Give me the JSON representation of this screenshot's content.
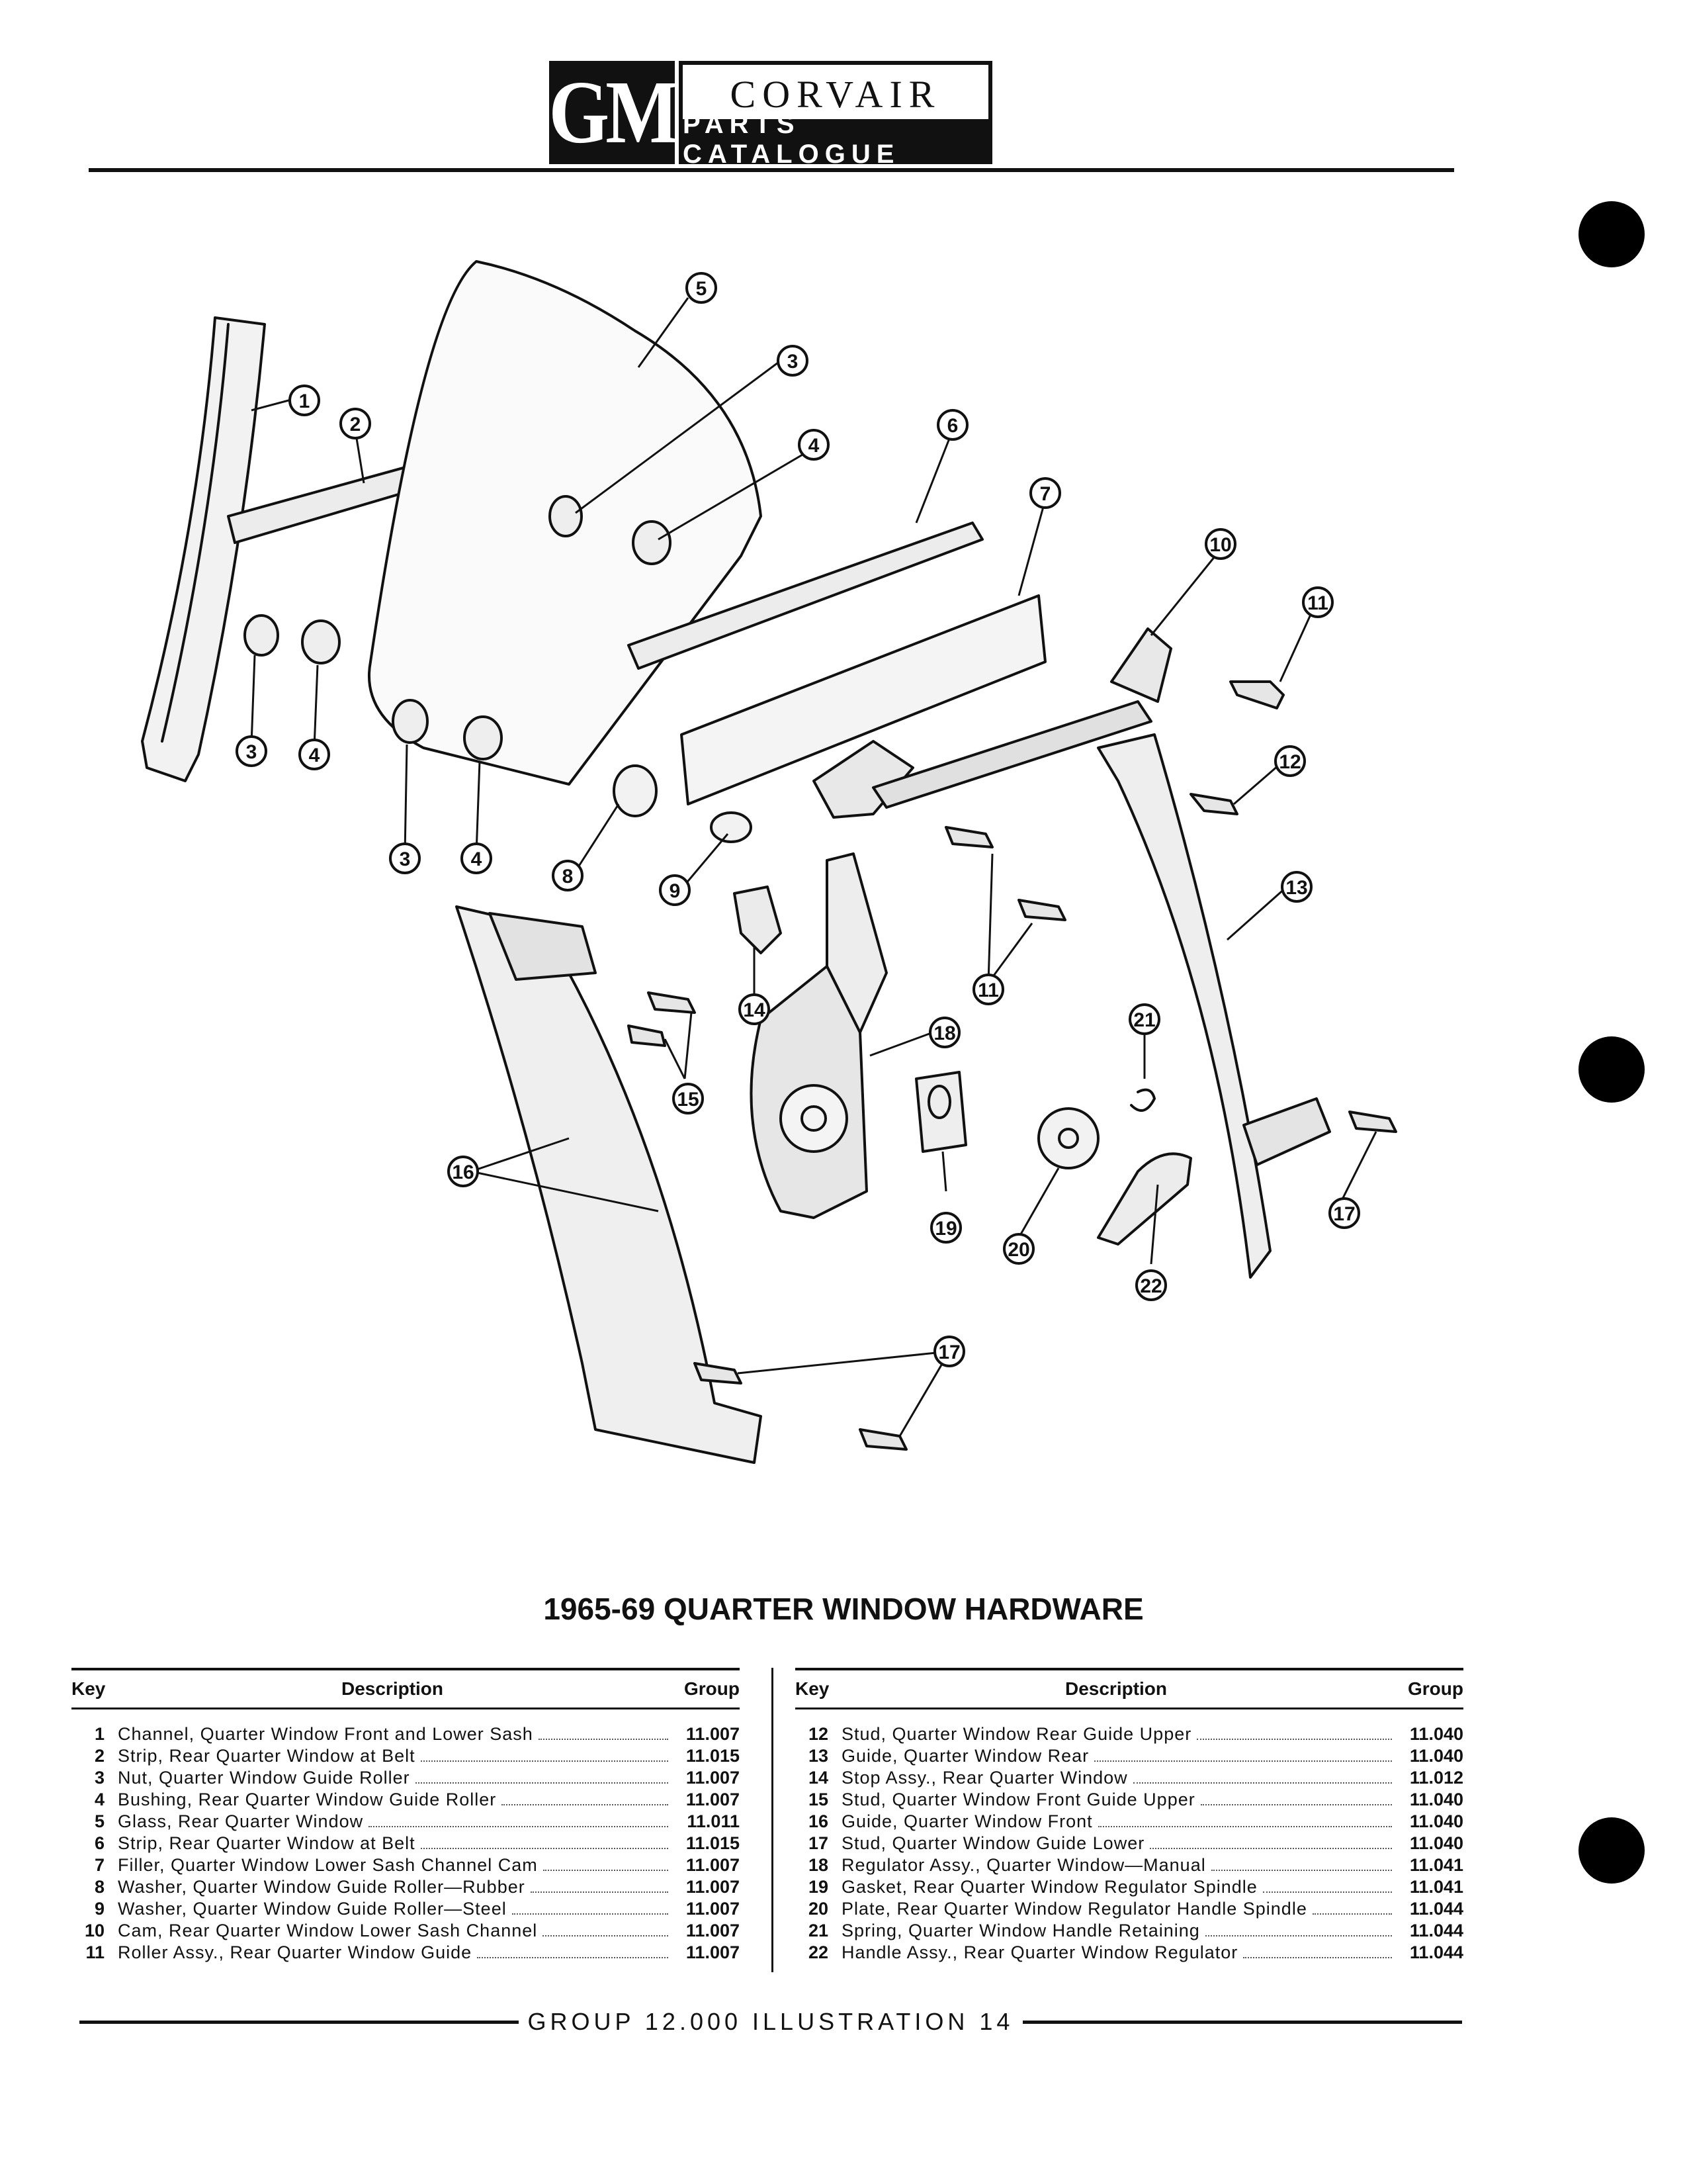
{
  "header": {
    "logo": "GM",
    "title": "CORVAIR",
    "subtitle": "PARTS CATALOGUE"
  },
  "callouts": [
    "1",
    "2",
    "3",
    "3",
    "3",
    "4",
    "4",
    "4",
    "5",
    "6",
    "7",
    "8",
    "9",
    "10",
    "11",
    "11",
    "12",
    "13",
    "14",
    "15",
    "16",
    "17",
    "17",
    "18",
    "19",
    "20",
    "21",
    "22"
  ],
  "caption": "1965-69 QUARTER WINDOW HARDWARE",
  "table_headers": {
    "key": "Key",
    "description": "Description",
    "group": "Group"
  },
  "parts_left": [
    {
      "key": "1",
      "description": "Channel, Quarter Window Front and Lower Sash",
      "group": "11.007"
    },
    {
      "key": "2",
      "description": "Strip, Rear Quarter Window at Belt",
      "group": "11.015"
    },
    {
      "key": "3",
      "description": "Nut, Quarter Window Guide Roller",
      "group": "11.007"
    },
    {
      "key": "4",
      "description": "Bushing, Rear Quarter Window Guide Roller",
      "group": "11.007"
    },
    {
      "key": "5",
      "description": "Glass, Rear Quarter Window",
      "group": "11.011"
    },
    {
      "key": "6",
      "description": "Strip, Rear Quarter Window at Belt",
      "group": "11.015"
    },
    {
      "key": "7",
      "description": "Filler, Quarter Window Lower Sash Channel Cam",
      "group": "11.007"
    },
    {
      "key": "8",
      "description": "Washer, Quarter Window Guide Roller—Rubber",
      "group": "11.007"
    },
    {
      "key": "9",
      "description": "Washer, Quarter Window Guide Roller—Steel",
      "group": "11.007"
    },
    {
      "key": "10",
      "description": "Cam, Rear Quarter Window Lower Sash Channel",
      "group": "11.007"
    },
    {
      "key": "11",
      "description": "Roller Assy., Rear Quarter Window Guide",
      "group": "11.007"
    }
  ],
  "parts_right": [
    {
      "key": "12",
      "description": "Stud, Quarter Window Rear Guide Upper",
      "group": "11.040"
    },
    {
      "key": "13",
      "description": "Guide, Quarter Window Rear",
      "group": "11.040"
    },
    {
      "key": "14",
      "description": "Stop Assy., Rear Quarter Window",
      "group": "11.012"
    },
    {
      "key": "15",
      "description": "Stud, Quarter Window Front Guide Upper",
      "group": "11.040"
    },
    {
      "key": "16",
      "description": "Guide, Quarter Window Front",
      "group": "11.040"
    },
    {
      "key": "17",
      "description": "Stud, Quarter Window Guide Lower",
      "group": "11.040"
    },
    {
      "key": "18",
      "description": "Regulator Assy., Quarter Window—Manual",
      "group": "11.041"
    },
    {
      "key": "19",
      "description": "Gasket, Rear Quarter Window Regulator Spindle",
      "group": "11.041"
    },
    {
      "key": "20",
      "description": "Plate, Rear Quarter Window Regulator Handle Spindle",
      "group": "11.044"
    },
    {
      "key": "21",
      "description": "Spring, Quarter Window Handle Retaining",
      "group": "11.044"
    },
    {
      "key": "22",
      "description": "Handle Assy., Rear Quarter Window Regulator",
      "group": "11.044"
    }
  ],
  "footer": "GROUP 12.000 ILLUSTRATION 14"
}
